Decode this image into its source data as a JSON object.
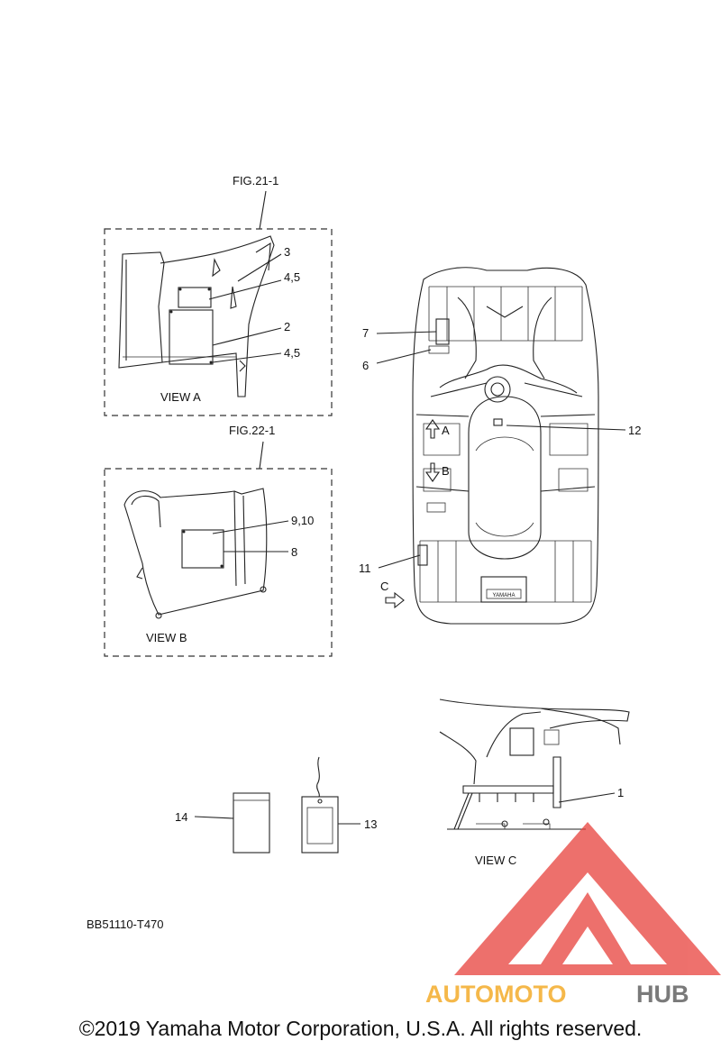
{
  "figures": {
    "fig_a": "FIG.21-1",
    "fig_b": "FIG.22-1"
  },
  "views": {
    "a": "VIEW A",
    "b": "VIEW B",
    "c": "VIEW C"
  },
  "view_markers": {
    "a": "A",
    "b": "B",
    "c": "C"
  },
  "callouts": {
    "c1": "1",
    "c2": "2",
    "c3": "3",
    "c45_top": "4,5",
    "c45_bottom": "4,5",
    "c6": "6",
    "c7": "7",
    "c8": "8",
    "c910": "9,10",
    "c11": "11",
    "c12": "12",
    "c13": "13",
    "c14": "14"
  },
  "part_code": "BB51110-T470",
  "brand_plate": "YAMAHA",
  "watermark": {
    "auto": "AUTOMOTO",
    "hub": "HUB"
  },
  "colors": {
    "watermark_triangle": "#e8413c",
    "watermark_auto": "#f5b84a",
    "watermark_hub": "#7a7a7a"
  },
  "copyright": "©2019 Yamaha Motor Corporation, U.S.A. All rights reserved."
}
